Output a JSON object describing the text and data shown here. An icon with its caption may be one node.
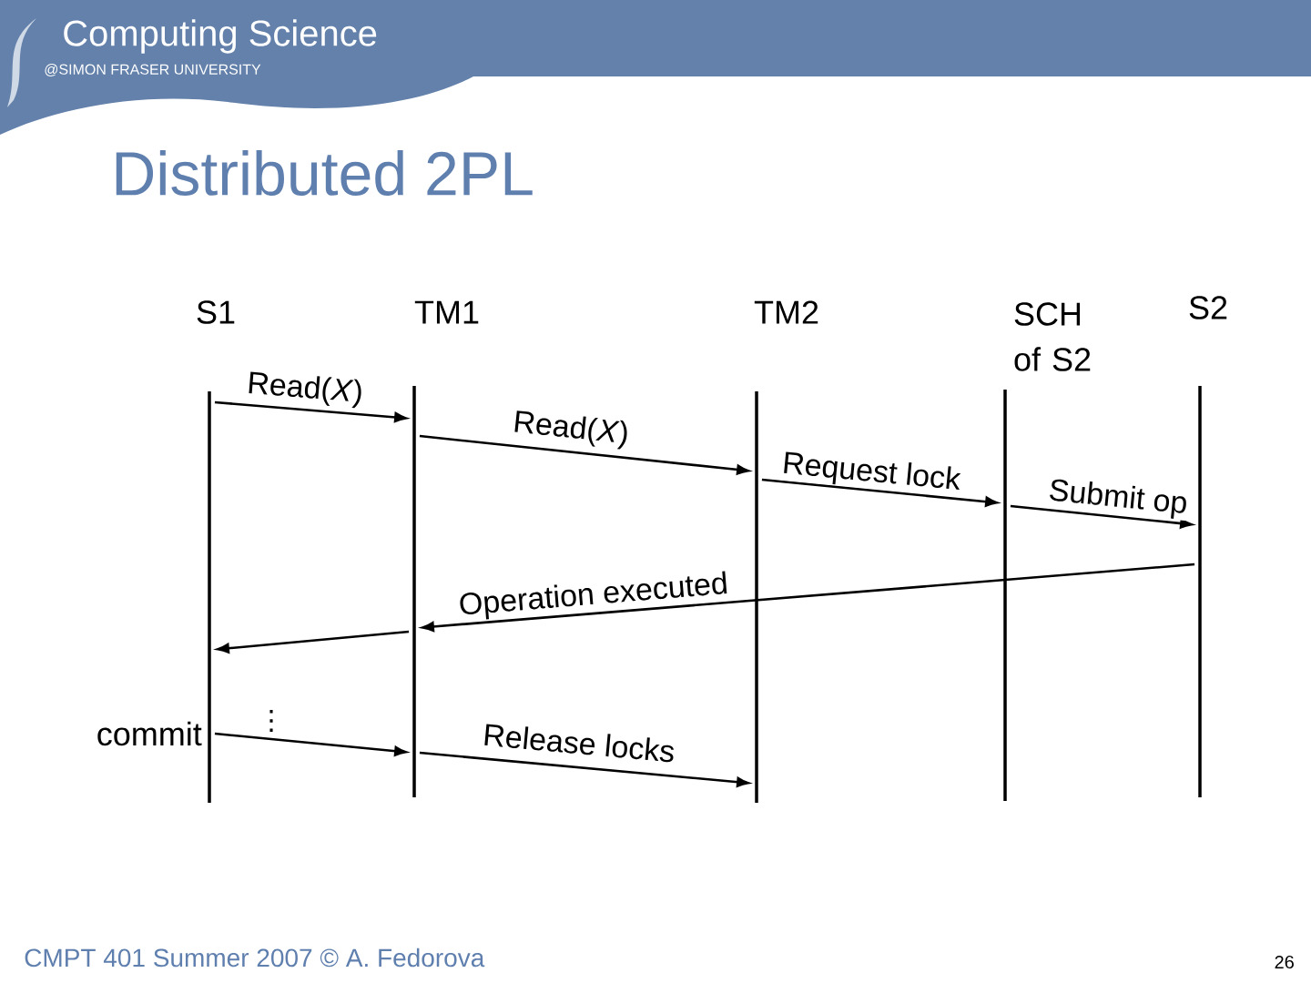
{
  "diagram": {
    "title": "Distributed 2PL",
    "nodes": [
      {
        "text": [
          "S1"
        ],
        "beside": [
          "commit"
        ]
      },
      {
        "text": [
          "TM1"
        ]
      },
      {
        "text": [
          "TM2"
        ]
      },
      {
        "text": [
          "SCH of S2"
        ]
      },
      {
        "text": [
          "S2"
        ]
      }
    ],
    "edges": [
      {
        "from": 0,
        "to": 1,
        "arrow": "to",
        "label": "Read(*X*)"
      },
      {
        "from": 1,
        "to": 2,
        "arrow": "to",
        "label": "Read(*X*)"
      },
      {
        "from": 2,
        "to": 3,
        "arrow": "to",
        "label": "Request lock"
      },
      {
        "from": 3,
        "to": 4,
        "arrow": "to",
        "label": "Submit op"
      },
      {
        "from": 4,
        "to": 1,
        "arrow": "to",
        "label": "Operation executed"
      },
      {
        "from": 1,
        "to": 0,
        "arrow": "to"
      },
      {
        "from": 0,
        "to": 1,
        "arrow": "to"
      },
      {
        "from": 1,
        "to": 2,
        "arrow": "to",
        "label": "Release locks"
      }
    ],
    "labels": [
      "Computing Science",
      "@SIMON FRASER UNIVERSITY",
      "⋮",
      "CMPT 401 Summer 2007  © A. Fedorova",
      "26"
    ]
  }
}
